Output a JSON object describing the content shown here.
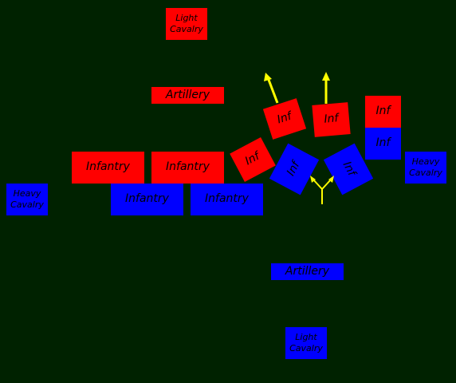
{
  "colors": {
    "background": "#002200",
    "red_army": "#ff0000",
    "blue_army": "#0000ff",
    "arrow": "#ffff00"
  },
  "red": {
    "light_cavalry": "Light Cavalry",
    "artillery": "Artillery",
    "infantry_1": "Infantry",
    "infantry_2": "Infantry",
    "inf_1": "Inf",
    "inf_2": "Inf",
    "inf_3": "Inf",
    "inf_4": "Inf"
  },
  "blue": {
    "heavy_cavalry_left": "Heavy Cavalry",
    "heavy_cavalry_right": "Heavy Cavalry",
    "infantry_1": "Infantry",
    "infantry_2": "Infantry",
    "inf_1": "Inf",
    "inf_2": "Inf",
    "inf_3": "Inf",
    "artillery": "Artillery",
    "light_cavalry": "Light Cavalry"
  }
}
